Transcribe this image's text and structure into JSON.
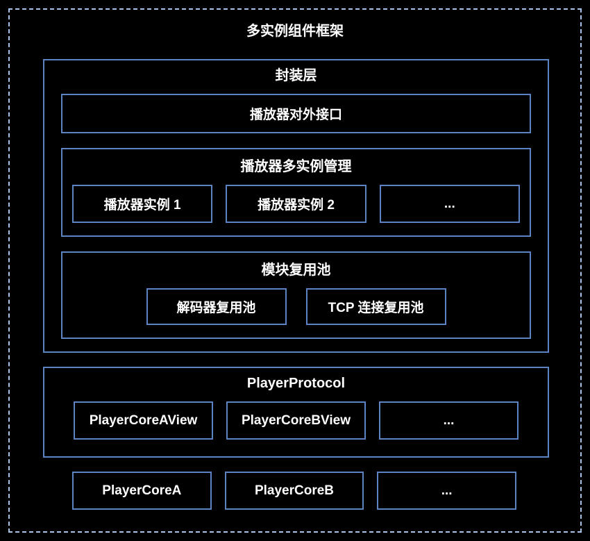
{
  "diagram": {
    "title": "多实例组件框架",
    "encapsulation_layer": {
      "title": "封装层",
      "external_interface": "播放器对外接口",
      "multi_instance_manager": {
        "title": "播放器多实例管理",
        "items": [
          "播放器实例 1",
          "播放器实例 2",
          "..."
        ]
      },
      "module_reuse_pool": {
        "title": "模块复用池",
        "items": [
          "解码器复用池",
          "TCP 连接复用池"
        ]
      }
    },
    "player_protocol": {
      "title": "PlayerProtocol",
      "items": [
        "PlayerCoreAView",
        "PlayerCoreBView",
        "..."
      ]
    },
    "player_cores": {
      "items": [
        "PlayerCoreA",
        "PlayerCoreB",
        "..."
      ]
    },
    "colors": {
      "background": "#000000",
      "dashed_border": "#a9c2e8",
      "solid_border": "#5d84c2",
      "text": "#ffffff"
    }
  }
}
